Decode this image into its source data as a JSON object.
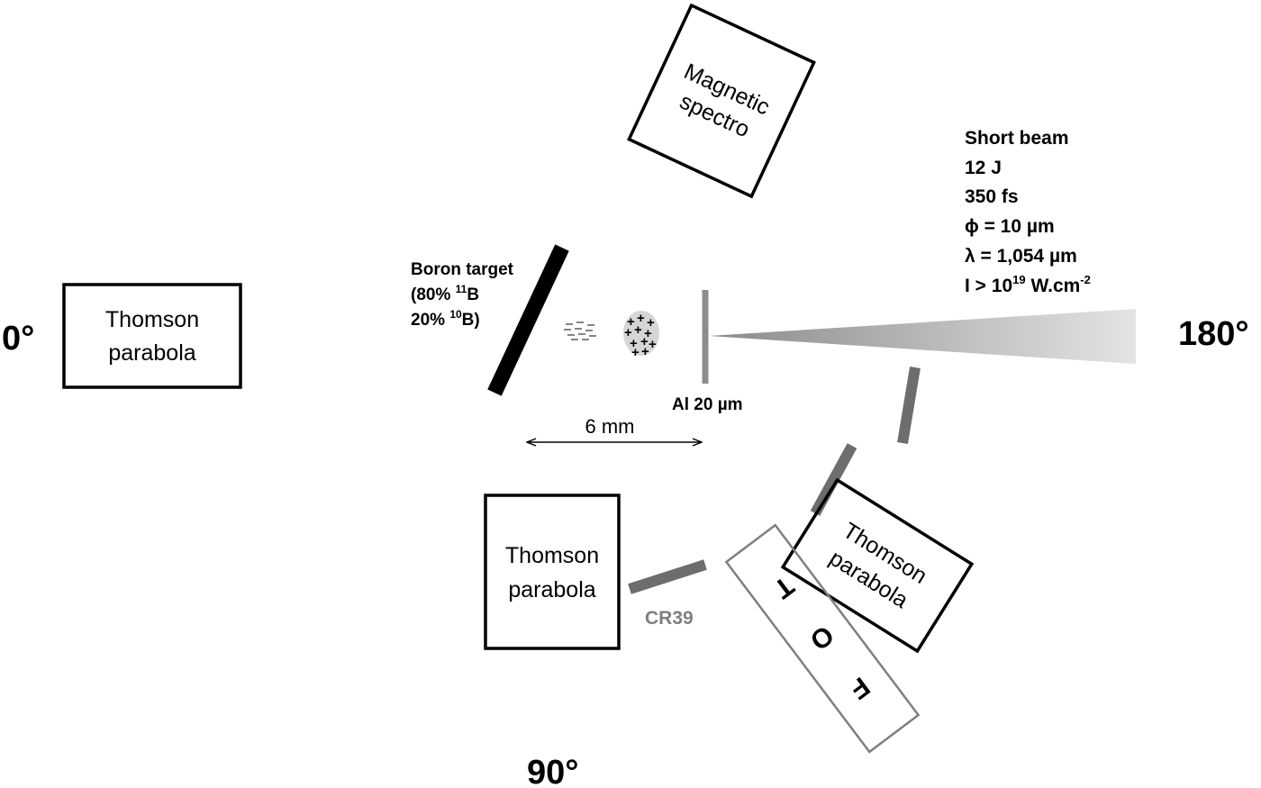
{
  "angles": {
    "left": "0°",
    "right": "180°",
    "bottom": "90°"
  },
  "thomson_left": {
    "line1": "Thomson",
    "line2": "parabola"
  },
  "thomson_bottom": {
    "line1": "Thomson",
    "line2": "parabola"
  },
  "thomson_rotated": {
    "line1": "Thomson",
    "line2": "parabola"
  },
  "magnetic": {
    "line1": "Magnetic",
    "line2": "spectro"
  },
  "tof": {
    "letters": [
      "T",
      "O",
      "F"
    ]
  },
  "boron": {
    "line1": "Boron target",
    "line2_pre": "(80% ",
    "line2_sup": "11",
    "line2_post": "B",
    "line3_pre": "20% ",
    "line3_sup": "10",
    "line3_post": "B)"
  },
  "al_foil": "Al 20 µm",
  "distance": "6 mm",
  "cr39": "CR39",
  "beam": {
    "line1": "Short  beam",
    "line2": "12 J",
    "line3": "350 fs",
    "line4": "ϕ = 10 µm",
    "line5": "λ = 1,054 µm",
    "line6_pre": "I > 10",
    "line6_sup": "19",
    "line6_post": " W.cm",
    "line6_sup2": "-2"
  },
  "colors": {
    "outline": "#000000",
    "detector_gray": "#6d6d6d",
    "foil_gray": "#8c8c8c",
    "tof_outline": "#7f7f7f"
  }
}
